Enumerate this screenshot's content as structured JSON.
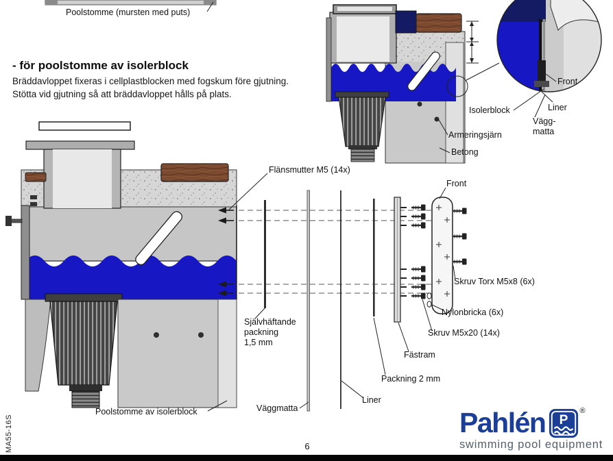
{
  "page": {
    "number": "6",
    "doc_code": "MA55-16S"
  },
  "intro": {
    "top_diagram_label": "Poolstomme (mursten med puts)",
    "heading": "- för poolstomme av isolerblock",
    "body": [
      "Bräddavloppet fixeras i cellplastblocken med fogskum före gjutning.",
      "Stötta vid gjutning så att bräddavloppet hålls på plats."
    ]
  },
  "detail_diagram": {
    "labels": {
      "front": "Front",
      "isolerblock": "Isolerblock",
      "liner": "Liner",
      "vaggmatta": "Vägg-\nmatta",
      "armeringsjarn": "Armeringsjärn",
      "betong": "Betong"
    }
  },
  "exploded_diagram": {
    "labels": {
      "flansmutter": "Flänsmutter M5 (14x)",
      "front": "Front",
      "skruv_torx": "Skruv Torx M5x8 (6x)",
      "nylonbricka": "Nylonbricka (6x)",
      "skruv_m5x20": "Skruv M5x20 (14x)",
      "fastram": "Fästram",
      "packning_2mm": "Packning 2 mm",
      "liner": "Liner",
      "vaggmatta": "Väggmatta",
      "sjalvhaftande": "Självhäftande\npackning\n1,5 mm",
      "poolstomme": "Poolstomme av isolerblock"
    }
  },
  "logo": {
    "brand": "Pahlén",
    "mark_letter": "P",
    "registered": "®",
    "tagline": "swimming pool equipment"
  },
  "colors": {
    "water_blue": "#1717c3",
    "navy_edge": "#141b63",
    "coping_brown": "#7c4a30",
    "brand_blue": "#1b3f97"
  }
}
